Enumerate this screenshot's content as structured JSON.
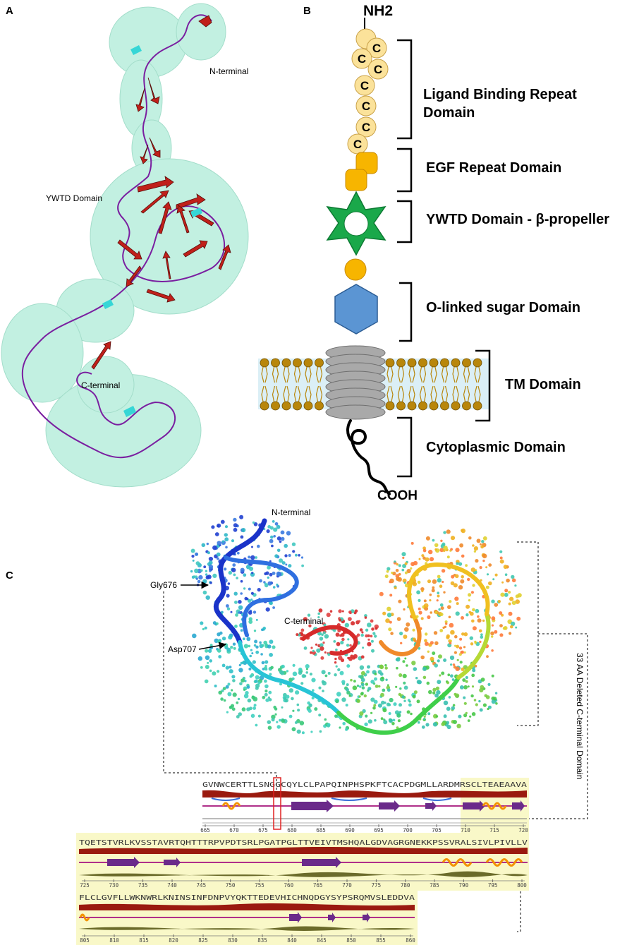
{
  "panels": {
    "a": "A",
    "b": "B",
    "c": "C"
  },
  "panel_a": {
    "n_terminal": "N-terminal",
    "ywtd": "YWTD Domain",
    "c_terminal": "C-terminal"
  },
  "panel_b": {
    "nh2": "NH2",
    "cooh": "COOH",
    "cys_letter": "C",
    "domains": {
      "ligand_line1": "Ligand Binding Repeat",
      "ligand_line2": "Domain",
      "egf": "EGF Repeat Domain",
      "ywtd": "YWTD Domain - β-propeller",
      "olinked": "O-linked sugar Domain",
      "tm": "TM Domain",
      "cyto": "Cytoplasmic Domain"
    }
  },
  "panel_c": {
    "n_terminal": "N-terminal",
    "c_terminal": "C-terminal",
    "gly": "Gly676",
    "asp": "Asp707",
    "deleted": "33 AA Deleted C-terminal Domain"
  },
  "sequence": {
    "row1": "GVNWCERTTLSNGGCQYLCLPAPQINPHSPKFTCACPDGMLLARDMRSCLTEAEAAVA",
    "row2": "TQETSTVRLKVSSTAVRTQHTTTRPVPDTSRLPGATPGLTTVEIVTMSHQALGDVAGRGNEKKPSSVRALSIVLPIVLLV",
    "row3": "FLCLGVFLLWKNWRLKNINSINFDNPVYQKTTEDEVHICHNQDGYSYPSRQMVSLEDDVA",
    "ticks1": [
      "665",
      "670",
      "675",
      "680",
      "685",
      "690",
      "695",
      "700",
      "705",
      "710",
      "715",
      "720"
    ],
    "ticks2": [
      "725",
      "730",
      "735",
      "740",
      "745",
      "750",
      "755",
      "760",
      "765",
      "770",
      "775",
      "780",
      "785",
      "790",
      "795",
      "800"
    ],
    "ticks3": [
      "805",
      "810",
      "815",
      "820",
      "825",
      "830",
      "835",
      "840",
      "845",
      "850",
      "855",
      "860"
    ]
  },
  "colors": {
    "protein_surface": "#bff0e0",
    "strand": "#c0201a",
    "coil": "#7a1fa0",
    "cys": "#fbe29a",
    "egf": "#f7b500",
    "ywtd": "#1aa84a",
    "olinked": "#5b95d3",
    "membrane": "#dbeff6",
    "lipid_head": "#b8860b",
    "tm_barrel": "#a9a9a9",
    "seq_highlight": "#f9f8c8",
    "helix": "#f39200",
    "sheet": "#6a2a8a"
  }
}
